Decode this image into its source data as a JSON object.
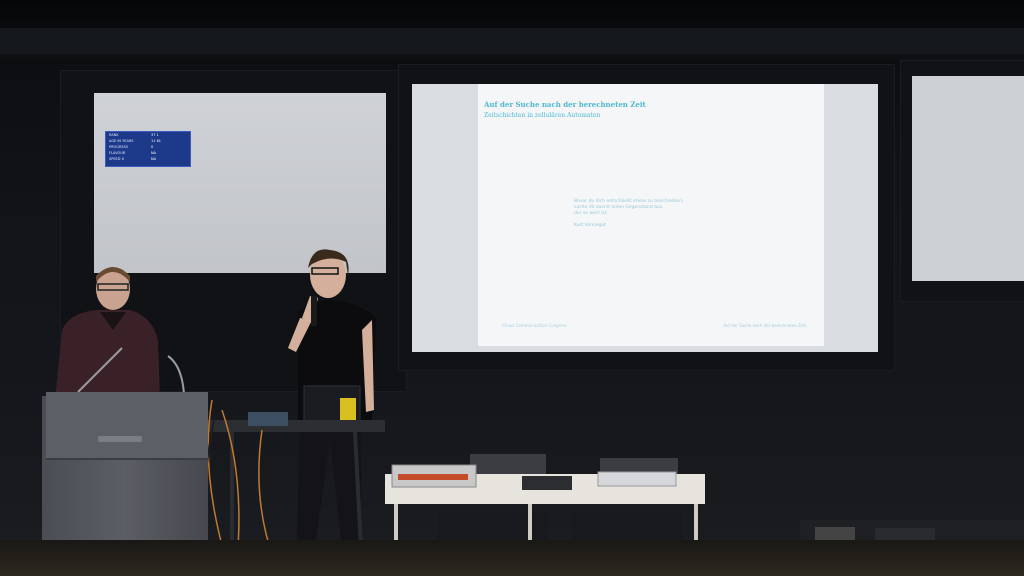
{
  "scene": {
    "description_free": true
  },
  "left_screen": {
    "hud_rows": [
      {
        "label": "RANK",
        "value": "37 1"
      },
      {
        "label": "AGE IN YEARS",
        "value": "11 61"
      },
      {
        "label": "PROGRESS",
        "value": "0"
      },
      {
        "label": "FLAVOUR",
        "value": "NA"
      },
      {
        "label": "SPEED X",
        "value": "NA"
      }
    ]
  },
  "slide": {
    "title": "Auf der Suche nach der berechneten Zeit",
    "subtitle": "Zeitschichten in zellulären Automaten",
    "quote_lines": [
      "Bevor du dich entschließt etwas zu beschreiben,",
      "suche dir zuerst einen Gegenstand aus,",
      "der es wert ist.",
      "",
      "Kurt Vonnegut"
    ],
    "footer_left": "Chaos Communication Congress",
    "footer_right": "Auf der Suche nach der berechneten Zeit"
  },
  "colors": {
    "slide_accent": "#4fb8d6",
    "hud_bg": "#1d3a8a"
  }
}
